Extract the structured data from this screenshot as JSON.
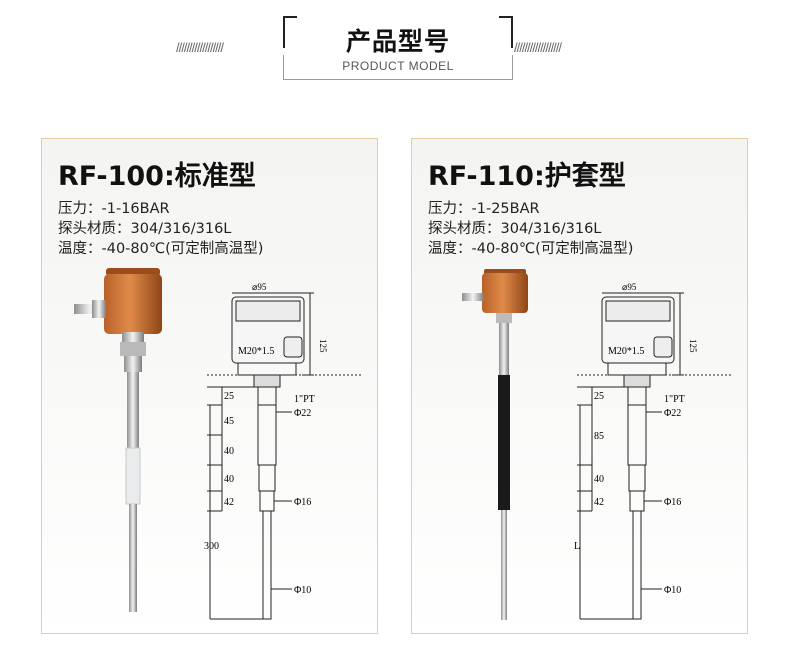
{
  "header": {
    "title": "产品型号",
    "subtitle": "PRODUCT MODEL",
    "left_slashes": "//////////////////",
    "right_slashes": "//////////////////"
  },
  "products": [
    {
      "title": "RF-100:标准型",
      "specs": [
        "压力：-1-16BAR",
        "探头材质：304/316/316L",
        "温度：-40-80℃(可定制高温型)"
      ],
      "drawing": {
        "housing_dia": "⌀95",
        "height": "125",
        "cable_entry": "M20*1.5",
        "thread": "1\"PT",
        "dims_left": [
          "25",
          "45",
          "40",
          "40",
          "42",
          "300"
        ],
        "dims_right": [
          "Φ22",
          "Φ16",
          "Φ10"
        ]
      }
    },
    {
      "title": "RF-110:护套型",
      "specs": [
        "压力：-1-25BAR",
        "探头材质：304/316/316L",
        "温度：-40-80℃(可定制高温型)"
      ],
      "drawing": {
        "housing_dia": "⌀95",
        "height": "125",
        "cable_entry": "M20*1.5",
        "thread": "1\"PT",
        "dims_left": [
          "25",
          "85",
          "40",
          "42",
          "L"
        ],
        "dims_right": [
          "Φ22",
          "Φ16",
          "Φ10"
        ]
      }
    }
  ]
}
